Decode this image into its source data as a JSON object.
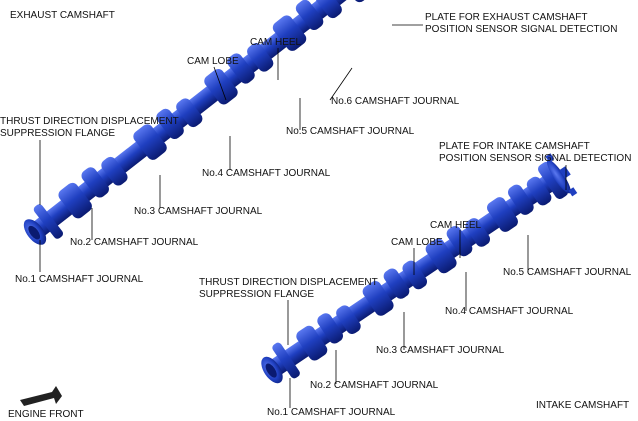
{
  "exhaust": {
    "title": "EXHAUST CAMSHAFT",
    "plate_label": "PLATE FOR EXHAUST CAMSHAFT",
    "plate_label_2": "POSITION SENSOR SIGNAL DETECTION",
    "cam_heel": "CAM HEEL",
    "cam_lobe": "CAM LOBE",
    "thrust_label": "THRUST DIRECTION DISPLACEMENT",
    "thrust_label_2": "SUPPRESSION FLANGE",
    "journal_1": "No.1 CAMSHAFT JOURNAL",
    "journal_2": "No.2 CAMSHAFT JOURNAL",
    "journal_3": "No.3 CAMSHAFT JOURNAL",
    "journal_4": "No.4 CAMSHAFT JOURNAL",
    "journal_5": "No.5 CAMSHAFT JOURNAL",
    "journal_6": "No.6 CAMSHAFT JOURNAL"
  },
  "intake": {
    "title": "INTAKE CAMSHAFT",
    "plate_label": "PLATE FOR INTAKE CAMSHAFT",
    "plate_label_2": "POSITION SENSOR SIGNAL DETECTION",
    "cam_heel": "CAM HEEL",
    "cam_lobe": "CAM LOBE",
    "thrust_label": "THRUST DIRECTION DISPLACEMENT",
    "thrust_label_2": "SUPPRESSION FLANGE",
    "journal_1": "No.1 CAMSHAFT JOURNAL",
    "journal_2": "No.2 CAMSHAFT JOURNAL",
    "journal_3": "No.3 CAMSHAFT JOURNAL",
    "journal_4": "No.4 CAMSHAFT JOURNAL",
    "journal_5": "No.5 CAMSHAFT JOURNAL"
  },
  "engine_front": "ENGINE FRONT",
  "colors": {
    "shaft": "#1f3fc0",
    "shaft_dark": "#0c1f80",
    "shaft_light": "#4f6ee8",
    "leader": "#000000"
  }
}
